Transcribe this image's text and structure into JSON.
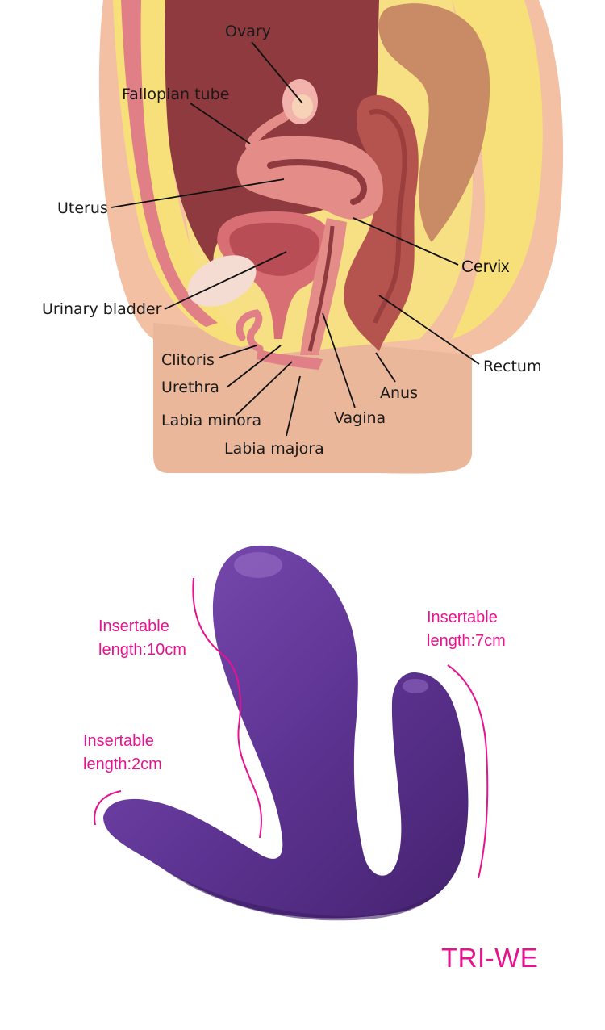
{
  "anatomy": {
    "labels": {
      "ovary": "Ovary",
      "fallopian_tube": "Fallopian tube",
      "uterus": "Uterus",
      "cervix": "Cervix",
      "urinary_bladder": "Urinary bladder",
      "clitoris": "Clitoris",
      "urethra": "Urethra",
      "labia_minora": "Labia minora",
      "labia_majora": "Labia majora",
      "vagina": "Vagina",
      "anus": "Anus",
      "rectum": "Rectum"
    },
    "colors": {
      "skin": "#f3c0a4",
      "skin_dark": "#e9a98c",
      "fat": "#f7e07a",
      "cavity": "#8f3a3e",
      "organ": "#e48c88",
      "organ_light": "#f3b3ad",
      "bowel": "#c98a66",
      "rectum": "#b5534f"
    }
  },
  "product": {
    "specs": {
      "length_10": [
        "Insertable",
        "length:10cm"
      ],
      "length_7": [
        "Insertable",
        "length:7cm"
      ],
      "length_2": [
        "Insertable",
        "length:2cm"
      ]
    },
    "brand": "TRI-WE",
    "colors": {
      "body": "#5f3595",
      "highlight": "#7e4fb6",
      "shadow": "#45226f",
      "accent": "#e8128f"
    }
  }
}
